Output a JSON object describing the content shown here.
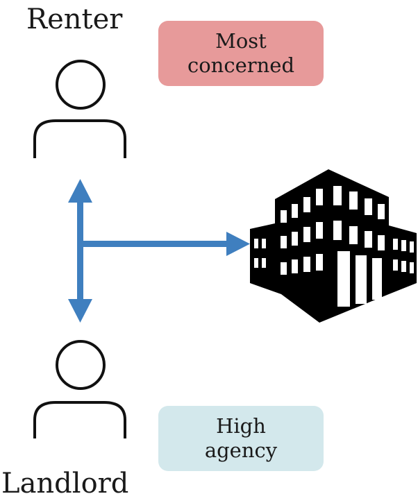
{
  "renter": {
    "label": "Renter",
    "badge_line1": "Most",
    "badge_line2": "concerned",
    "badge_color": "#e79a9a"
  },
  "landlord": {
    "label": "Landlord",
    "badge_line1": "High",
    "badge_line2": "agency",
    "badge_color": "#d3e8ec"
  },
  "arrow_color": "#3f7fbf",
  "icons": [
    "person-icon",
    "person-icon",
    "building-icon"
  ]
}
